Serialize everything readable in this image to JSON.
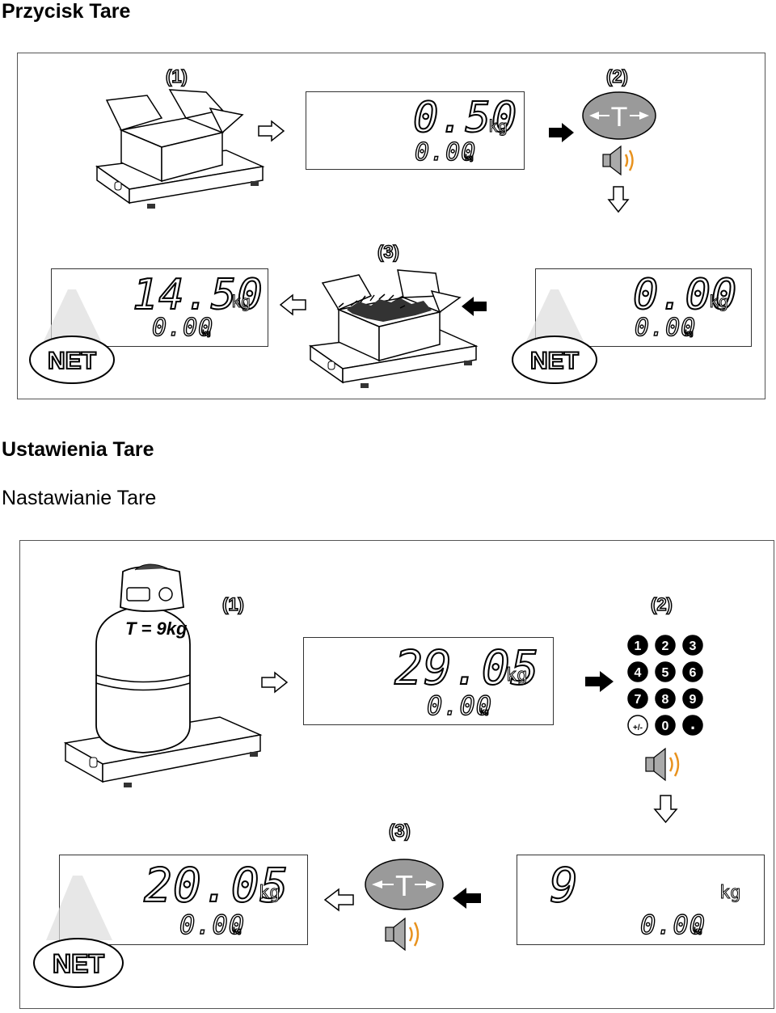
{
  "headings": {
    "tare_key": "Przycisk Tare",
    "tare_setting": "Ustawienia Tare",
    "preset_tare": "Nastawianie Tare"
  },
  "section1": {
    "steps": [
      "(1)",
      "(2)",
      "(3)"
    ],
    "display_a": {
      "main": "0.50",
      "unit": "kg",
      "sub": "0.00",
      "sub_unit": "kg"
    },
    "display_b": {
      "main": "0.00",
      "unit": "kg",
      "sub": "0.00",
      "sub_unit": "kg"
    },
    "display_c": {
      "main": "14.50",
      "unit": "kg",
      "sub": "0.00",
      "sub_unit": "kg"
    },
    "tare_key_label": "T",
    "net_label": "NET"
  },
  "section2": {
    "steps": [
      "(1)",
      "(2)",
      "(3)"
    ],
    "cylinder_label": "T = 9kg",
    "display_a": {
      "main": "29.05",
      "unit": "kg",
      "sub": "0.00",
      "sub_unit": "kg"
    },
    "display_b": {
      "main": "9",
      "unit": "kg",
      "sub": "0.00",
      "sub_unit": "kg"
    },
    "display_c": {
      "main": "20.05",
      "unit": "kg",
      "sub": "0.00",
      "sub_unit": "kg"
    },
    "keypad": [
      "1",
      "2",
      "3",
      "4",
      "5",
      "6",
      "7",
      "8",
      "9",
      "+/-",
      "0",
      "."
    ],
    "tare_key_label": "T",
    "net_label": "NET"
  },
  "colors": {
    "sound_wave": "#e8921e",
    "key_gray": "#9a9a9a"
  }
}
